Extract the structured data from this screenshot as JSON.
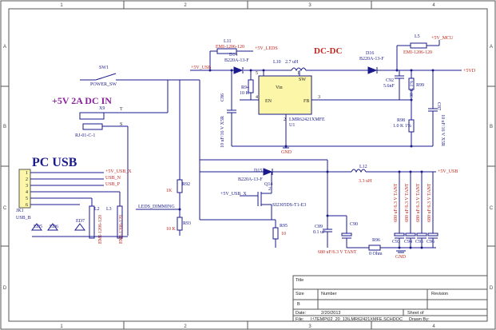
{
  "frame": {
    "columns_top": [
      "1",
      "2",
      "3",
      "4"
    ],
    "columns_bottom": [
      "1",
      "2",
      "3",
      "4"
    ],
    "rows_left": [
      "A",
      "B",
      "C",
      "D"
    ],
    "rows_right": [
      "A",
      "B",
      "C",
      "D"
    ]
  },
  "headings": {
    "dcdc": "DC-DC",
    "dc_in": "+5V 2A  DC IN",
    "pc_usb": "PC USB"
  },
  "components": {
    "L11": {
      "ref": "L11",
      "value": "EMI-1206-120"
    },
    "D14": {
      "ref": "D14",
      "value": "B220A-13-F"
    },
    "L10": {
      "ref": "L10",
      "value": "2.7 uH"
    },
    "D16": {
      "ref": "D16",
      "value": "B220A-13-F"
    },
    "L5": {
      "ref": "L5",
      "value": "EMI-1206-120"
    },
    "C92": {
      "ref": "C92",
      "value": "5.6nF"
    },
    "R99": {
      "ref": "R99",
      "value": "30 K 1%"
    },
    "R94": {
      "ref": "R94",
      "value": "10 K"
    },
    "C86": {
      "ref": "C86",
      "value": "10 uF/16 V X5R"
    },
    "U1": {
      "ref": "U1",
      "value": "LMR62421XMFE",
      "pin_vin": "Vin",
      "pin_sw": "SW",
      "pin_en": "EN",
      "pin_fb": "FB",
      "pin1": "1",
      "pin2": "2",
      "pin3": "3",
      "pin4": "4",
      "pin5": "5"
    },
    "C87": {
      "ref": "C87",
      "value": "10 uF/16 V X5R"
    },
    "R98": {
      "ref": "R98",
      "value": "1.0 K 1%"
    },
    "SW1": {
      "ref": "SW1",
      "value": "POWER_SW"
    },
    "X9": {
      "ref": "X9",
      "value": "RJ-01-C-1"
    },
    "R92": {
      "ref": "R92",
      "value": "1K"
    },
    "R93": {
      "ref": "R93",
      "value": "10 K"
    },
    "D15": {
      "ref": "D15",
      "value": "B220A-13-F"
    },
    "Q14": {
      "ref": "Q14",
      "value": "SI2305DS-T1-E3"
    },
    "R95": {
      "ref": "R95",
      "value": "10"
    },
    "L12": {
      "ref": "L12",
      "value": "3.3 uH"
    },
    "C89": {
      "ref": "C89",
      "value": "0.1 uF"
    },
    "C90": {
      "ref": "C90",
      "value": "680 uF/6.3 V TANT"
    },
    "R96": {
      "ref": "R96",
      "value": "0 Ohm"
    },
    "C93": {
      "ref": "C93",
      "value": "680 uF/6.3 V TANT"
    },
    "C94": {
      "ref": "C94",
      "value": "680 uF/6.3 V TANT"
    },
    "C95": {
      "ref": "C95",
      "value": "680 uF/6.3 V TANT"
    },
    "C96": {
      "ref": "C96",
      "value": "680 uF/6.3 V TANT"
    },
    "JK1": {
      "ref": "JK1",
      "value": "USB_B",
      "pins": [
        "1",
        "2",
        "3",
        "4",
        "5",
        "6"
      ]
    },
    "ED5": {
      "ref": "ED5"
    },
    "ED6": {
      "ref": "ED6"
    },
    "ED7": {
      "ref": "ED7"
    },
    "L2": {
      "ref": "L2",
      "value": "EMI-1206-120"
    },
    "L3": {
      "ref": "L3",
      "value": "EMI-1206-120"
    }
  },
  "nets": {
    "p5v_leds": "+5V_LEDS",
    "p5v_usb": "+5V_USB",
    "p5v_mcu": "+5V_MCU",
    "p5vd": "+5VD",
    "p5v_usb_x": "+5V_USB_X",
    "usb_n": "USB_N",
    "usb_p": "USB_P",
    "leds_dimming": "LEDS_DIMMING",
    "gnd": "GND",
    "pin_t": "T",
    "pin_s": "S"
  },
  "title_block": {
    "title_label": "Title",
    "size_label": "Size",
    "size_value": "B",
    "number_label": "Number",
    "revision_label": "Revision",
    "date_label": "Date:",
    "date_value": "2/20/2013",
    "sheet_label": "Sheet   of",
    "file_label": "File:",
    "file_value": "I:\\TEMP\\02_20_13\\LMR62421XMFE.SCHDOC",
    "drawn_label": "Drawn By:"
  },
  "colors": {
    "wire": "#1a1a8c",
    "label_red": "#c0271f",
    "heading_purple": "#8a1f9c",
    "ic_fill": "#fcf7a8"
  }
}
